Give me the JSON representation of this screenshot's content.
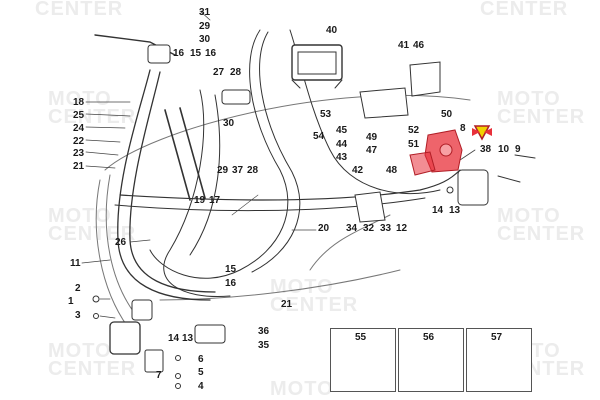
{
  "watermark": {
    "line1": "MOTO",
    "line2": "CENTER"
  },
  "callouts": {
    "p1": "1",
    "p2": "2",
    "p3": "3",
    "p4": "4",
    "p5": "5",
    "p6": "6",
    "p7": "7",
    "p8": "8",
    "p9": "9",
    "p10": "10",
    "p11": "11",
    "p12": "12",
    "p13": "13",
    "p14": "14",
    "p15": "15",
    "p16": "16",
    "p17": "17",
    "p18": "18",
    "p19": "19",
    "p20": "20",
    "p21": "21",
    "p22": "22",
    "p23": "23",
    "p24": "24",
    "p25": "25",
    "p26": "26",
    "p27": "27",
    "p28": "28",
    "p29": "29",
    "p30": "30",
    "p31": "31",
    "p32": "32",
    "p33": "33",
    "p34": "34",
    "p35": "35",
    "p36": "36",
    "p37": "37",
    "p38": "38",
    "p40": "40",
    "p41": "41",
    "p42": "42",
    "p43": "43",
    "p44": "44",
    "p45": "45",
    "p46": "46",
    "p47": "47",
    "p48": "48",
    "p49": "49",
    "p50": "50",
    "p51": "51",
    "p52": "52",
    "p53": "53",
    "p54": "54",
    "p55": "55",
    "p56": "56",
    "p57": "57"
  },
  "detail_boxes": {
    "left": "55",
    "middle": "56",
    "right": "57"
  },
  "colors": {
    "highlight": "#e8303a",
    "warning": "#f2d200",
    "line": "#333333"
  }
}
